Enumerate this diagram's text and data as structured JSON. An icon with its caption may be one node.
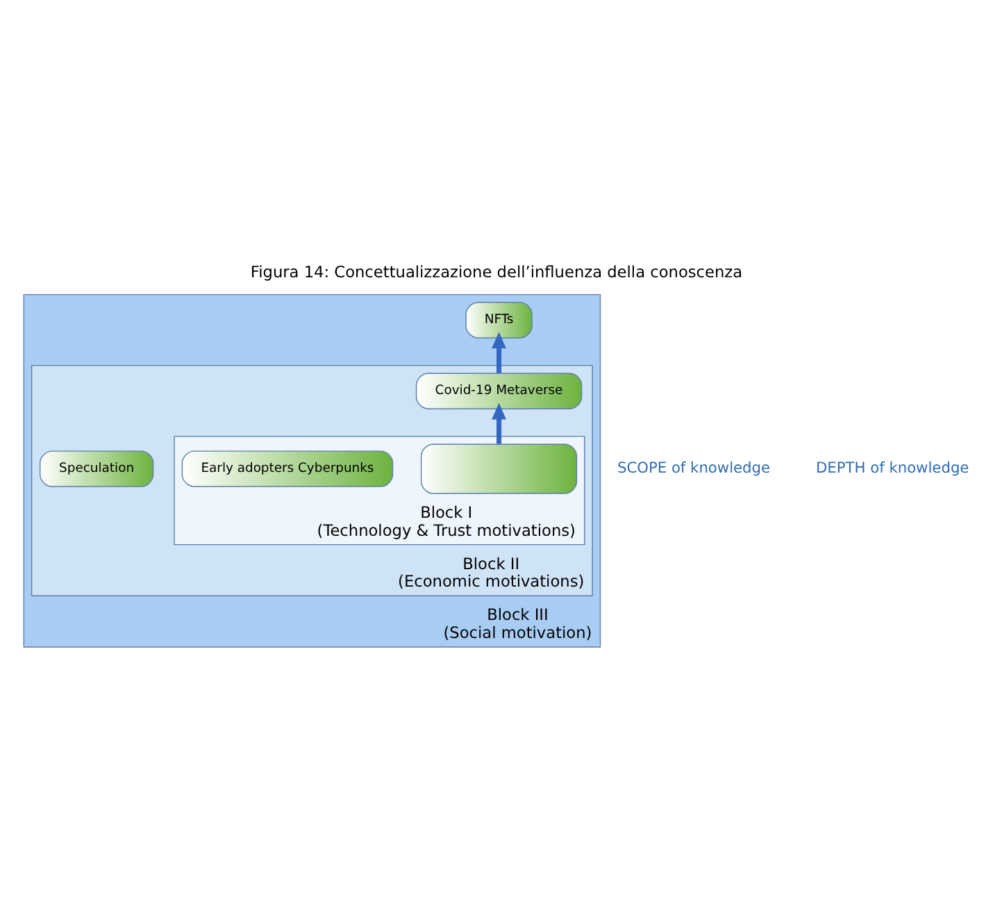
{
  "diagram": {
    "title": "Figura 14: Concettualizzazione dell’influenza della conoscenza",
    "nodes": [
      {
        "text": [
          "Block III",
          "(Social motivation)"
        ]
      },
      {
        "text": [
          "NFTs"
        ],
        "in": 0
      },
      {
        "text": [
          "Block II",
          "(Economic motivations)"
        ],
        "in": 0
      },
      {
        "text": [
          "Covid-19 Metaverse"
        ],
        "in": 2
      },
      {
        "text": [
          "Speculation"
        ],
        "in": 2
      },
      {
        "text": [
          "Block I",
          "(Technology & Trust motivations)"
        ],
        "in": 2
      },
      {
        "text": [],
        "shape": "box",
        "in": 5
      },
      {
        "text": [
          "Early adopters Cyberpunks"
        ],
        "in": 5
      }
    ],
    "edges": [
      {
        "from": 6,
        "to": 3,
        "arrow": "to"
      },
      {
        "from": 3,
        "to": 1,
        "arrow": "to"
      }
    ],
    "labels": [
      "SCOPE of knowledge",
      "DEPTH of knowledge"
    ]
  }
}
